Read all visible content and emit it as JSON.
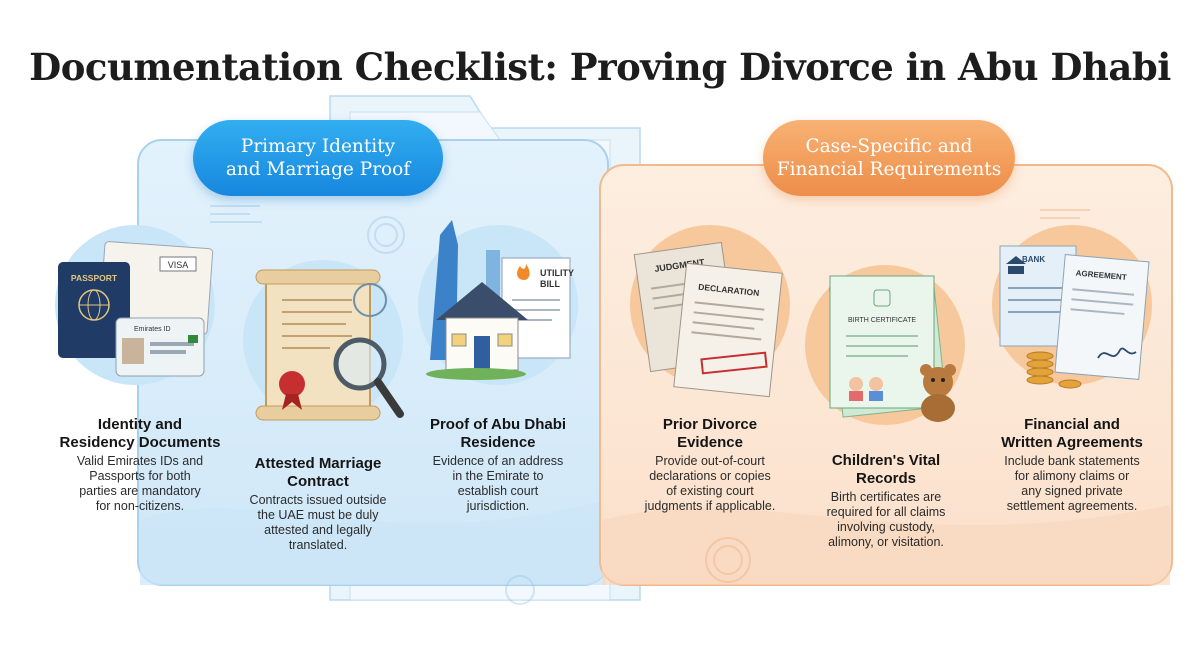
{
  "title": "Documentation Checklist: Proving Divorce in Abu Dhabi",
  "sections": [
    {
      "id": "left",
      "label_lines": [
        "Primary Identity",
        "and Marriage Proof"
      ],
      "color": "#1e93e4"
    },
    {
      "id": "right",
      "label_lines": [
        "Case-Specific and",
        "Financial Requirements"
      ],
      "color": "#f0944e"
    }
  ],
  "items": [
    {
      "title_lines": [
        "Identity and",
        "Residency Documents"
      ],
      "desc_lines": [
        "Valid Emirates IDs and",
        "Passports for both",
        "parties are mandatory",
        "for non-citizens."
      ]
    },
    {
      "title_lines": [
        "Attested Marriage",
        "Contract"
      ],
      "desc_lines": [
        "Contracts issued outside",
        "the UAE must be duly",
        "attested and legally",
        "translated."
      ]
    },
    {
      "title_lines": [
        "Proof of Abu Dhabi",
        "Residence"
      ],
      "desc_lines": [
        "Evidence of an address",
        "in the Emirate to",
        "establish court",
        "jurisdiction."
      ]
    },
    {
      "title_lines": [
        "Prior Divorce",
        "Evidence"
      ],
      "desc_lines": [
        "Provide out-of-court",
        "declarations or copies",
        "of existing court",
        "judgments if applicable."
      ]
    },
    {
      "title_lines": [
        "Children's Vital",
        "Records"
      ],
      "desc_lines": [
        "Birth certificates are",
        "required for all claims",
        "involving custody,",
        "alimony, or visitation."
      ]
    },
    {
      "title_lines": [
        "Financial and",
        "Written Agreements"
      ],
      "desc_lines": [
        "Include bank statements",
        "for alimony claims or",
        "any signed private",
        "settlement agreements."
      ]
    }
  ],
  "illustration_labels": {
    "passport": "PASSPORT",
    "visa": "VISA",
    "emirates_id": "Emirates ID",
    "utility_bill_1": "UTILITY",
    "utility_bill_2": "BILL",
    "judgment": "JUDGMENT",
    "declaration": "DECLARATION",
    "birth_certificate": "BIRTH CERTIFICATE",
    "bank": "BANK",
    "agreement": "AGREEMENT"
  },
  "colors": {
    "blue_accent": "#1e93e4",
    "orange_accent": "#f0944e",
    "seal_red": "#c62f2f",
    "gold": "#e3a23a"
  }
}
